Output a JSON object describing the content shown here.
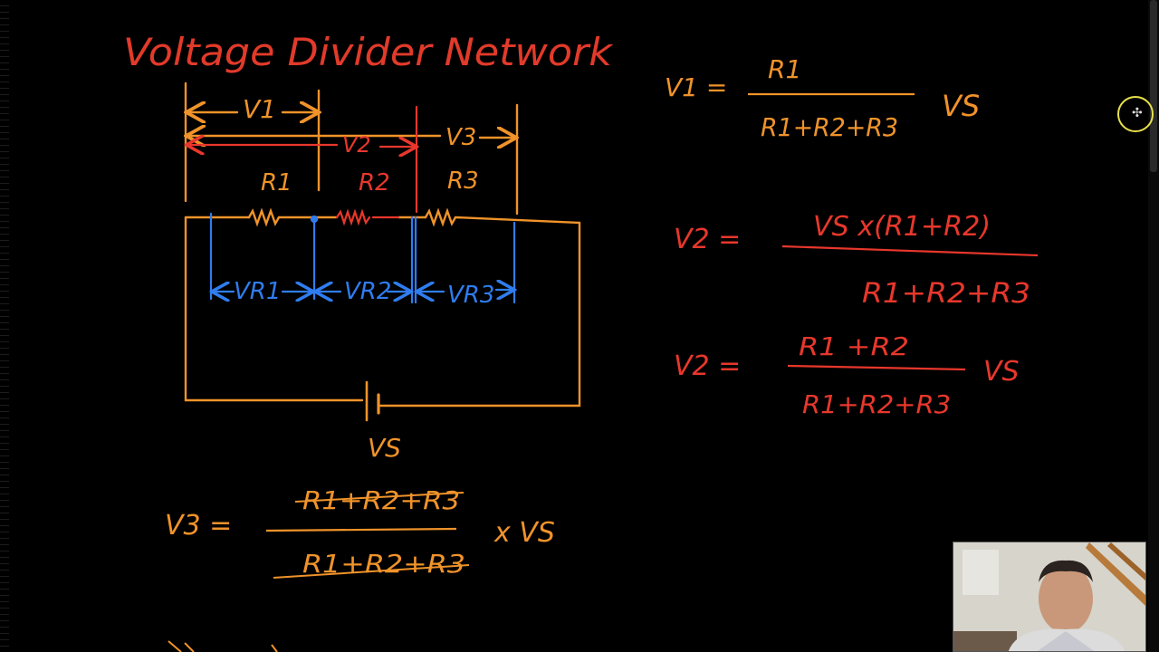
{
  "title": "Voltage Divider Network",
  "colors": {
    "title": "#e23a2a",
    "circuit": "#f0932a",
    "red_ink": "#e8372c",
    "blue_ink": "#2f7df0",
    "background": "#000000"
  },
  "diagram": {
    "labels": {
      "v1": "V1",
      "v2": "V2",
      "v3": "V3",
      "r1": "R1",
      "r2": "R2",
      "r3": "R3",
      "vr1": "VR1",
      "vr2": "VR2",
      "vr3": "VR3",
      "vs": "VS"
    }
  },
  "equations": {
    "v1": {
      "lhs": "V1 =",
      "num": "R1",
      "den": "R1+R2+R3",
      "factor": "VS"
    },
    "v2a": {
      "lhs": "V2 =",
      "num": "VS x(R1+R2)",
      "den": "R1+R2+R3"
    },
    "v2b": {
      "lhs": "V2 =",
      "num": "R1 +R2",
      "den": "R1+R2+R3",
      "factor": "VS"
    },
    "v3": {
      "lhs": "V3 =",
      "num": "R1+R2+R3",
      "den": "R1+R2+R3",
      "factor": "x VS"
    }
  },
  "icons": [
    "pen-cursor-icon"
  ]
}
